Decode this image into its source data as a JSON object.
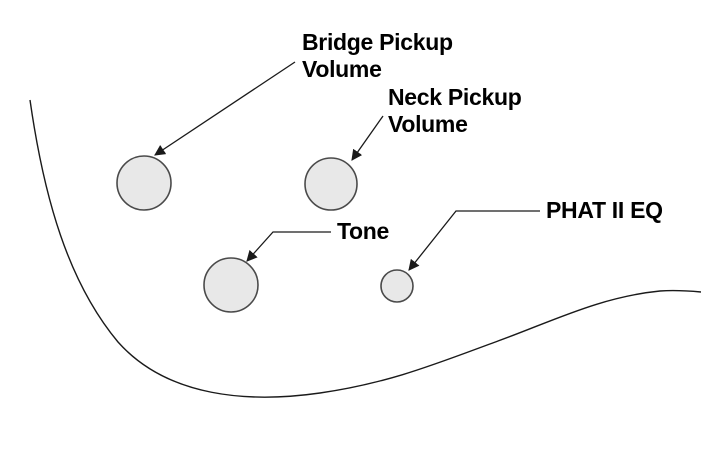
{
  "diagram": {
    "type": "guitar-controls-callout-diagram",
    "labels": {
      "bridge_volume": "Bridge Pickup\nVolume",
      "neck_volume": "Neck Pickup\nVolume",
      "tone": "Tone",
      "phat_eq": "PHAT II EQ"
    },
    "knobs": [
      {
        "id": "bridge-volume-knob",
        "label": "Bridge Pickup Volume",
        "size": "large"
      },
      {
        "id": "neck-volume-knob",
        "label": "Neck Pickup Volume",
        "size": "large"
      },
      {
        "id": "tone-knob",
        "label": "Tone",
        "size": "large"
      },
      {
        "id": "phat-eq-knob",
        "label": "PHAT II EQ",
        "size": "small"
      }
    ],
    "colors": {
      "background": "#ffffff",
      "knob_fill": "#e8e8e8",
      "knob_stroke": "#4a4a4a",
      "line": "#1a1a1a",
      "text": "#000000"
    }
  }
}
